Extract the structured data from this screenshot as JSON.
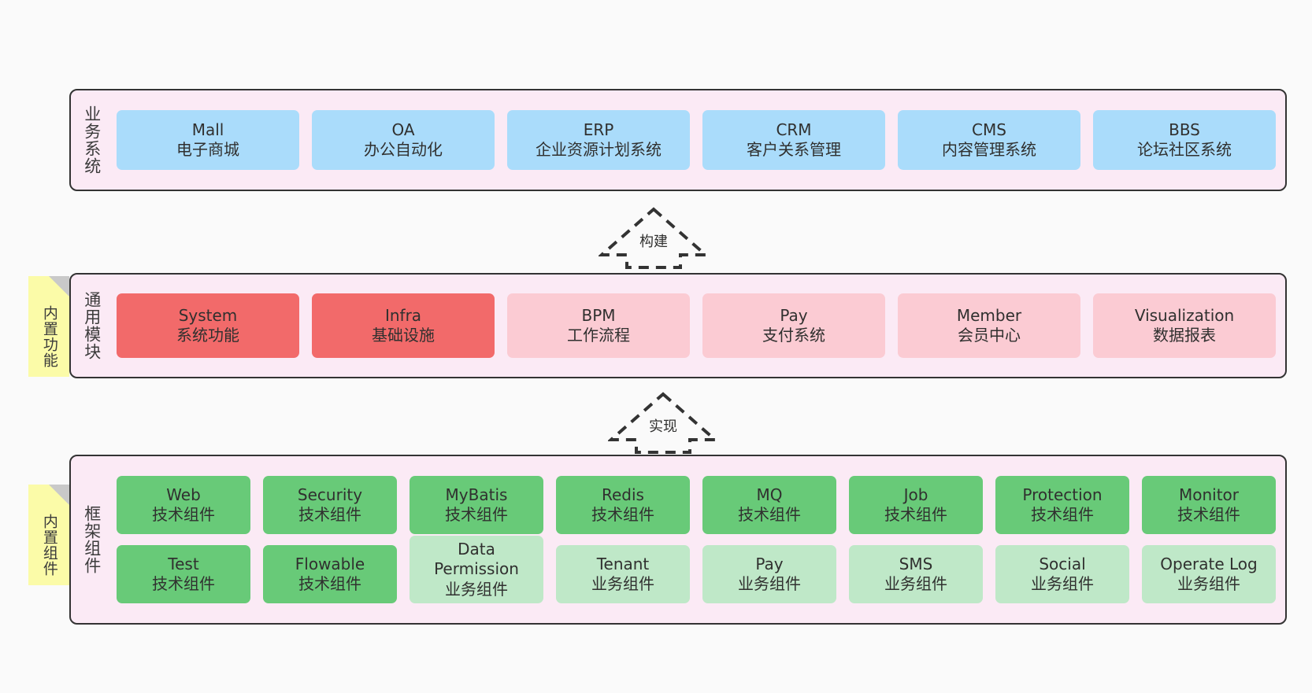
{
  "diagram": {
    "background": "#fafafa",
    "panel_fill": "#fbeaf5",
    "panel_stroke": "#333333",
    "note_fill": "#fbfba8"
  },
  "layers": [
    {
      "key": "business",
      "title": "业务系统",
      "note": null,
      "rows": [
        [
          {
            "name": "Mall",
            "sub": "电子商城",
            "style": "biz"
          },
          {
            "name": "OA",
            "sub": "办公自动化",
            "style": "biz"
          },
          {
            "name": "ERP",
            "sub": "企业资源计划系统",
            "style": "biz"
          },
          {
            "name": "CRM",
            "sub": "客户关系管理",
            "style": "biz"
          },
          {
            "name": "CMS",
            "sub": "内容管理系统",
            "style": "biz"
          },
          {
            "name": "BBS",
            "sub": "论坛社区系统",
            "style": "biz"
          }
        ]
      ]
    },
    {
      "key": "modules",
      "title": "通用模块",
      "note": "内置功能",
      "rows": [
        [
          {
            "name": "System",
            "sub": "系统功能",
            "style": "mod-strong"
          },
          {
            "name": "Infra",
            "sub": "基础设施",
            "style": "mod-strong"
          },
          {
            "name": "BPM",
            "sub": "工作流程",
            "style": "mod-light"
          },
          {
            "name": "Pay",
            "sub": "支付系统",
            "style": "mod-light"
          },
          {
            "name": "Member",
            "sub": "会员中心",
            "style": "mod-light"
          },
          {
            "name": "Visualization",
            "sub": "数据报表",
            "style": "mod-light"
          }
        ]
      ]
    },
    {
      "key": "framework",
      "title": "框架组件",
      "note": "内置组件",
      "rows": [
        [
          {
            "name": "Web",
            "sub": "技术组件",
            "style": "comp-tech"
          },
          {
            "name": "Security",
            "sub": "技术组件",
            "style": "comp-tech"
          },
          {
            "name": "MyBatis",
            "sub": "技术组件",
            "style": "comp-tech"
          },
          {
            "name": "Redis",
            "sub": "技术组件",
            "style": "comp-tech"
          },
          {
            "name": "MQ",
            "sub": "技术组件",
            "style": "comp-tech"
          },
          {
            "name": "Job",
            "sub": "技术组件",
            "style": "comp-tech"
          },
          {
            "name": "Protection",
            "sub": "技术组件",
            "style": "comp-tech"
          },
          {
            "name": "Monitor",
            "sub": "技术组件",
            "style": "comp-tech"
          }
        ],
        [
          {
            "name": "Test",
            "sub": "技术组件",
            "style": "comp-tech"
          },
          {
            "name": "Flowable",
            "sub": "技术组件",
            "style": "comp-tech"
          },
          {
            "name": "Data Permission",
            "sub": "业务组件",
            "style": "comp-biz",
            "tall": true
          },
          {
            "name": "Tenant",
            "sub": "业务组件",
            "style": "comp-biz"
          },
          {
            "name": "Pay",
            "sub": "业务组件",
            "style": "comp-biz"
          },
          {
            "name": "SMS",
            "sub": "业务组件",
            "style": "comp-biz"
          },
          {
            "name": "Social",
            "sub": "业务组件",
            "style": "comp-biz"
          },
          {
            "name": "Operate Log",
            "sub": "业务组件",
            "style": "comp-biz"
          }
        ]
      ]
    }
  ],
  "arrows": [
    {
      "key": "build",
      "label": "构建"
    },
    {
      "key": "implement",
      "label": "实现"
    }
  ]
}
